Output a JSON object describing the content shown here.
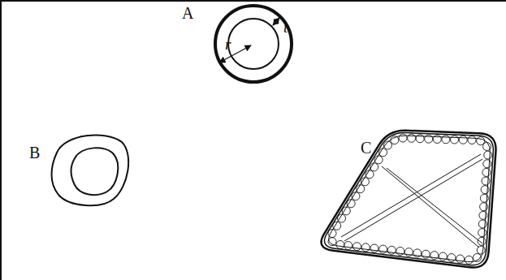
{
  "diagram": {
    "labels": [
      "A",
      "r",
      "t",
      "B",
      "C"
    ]
  }
}
